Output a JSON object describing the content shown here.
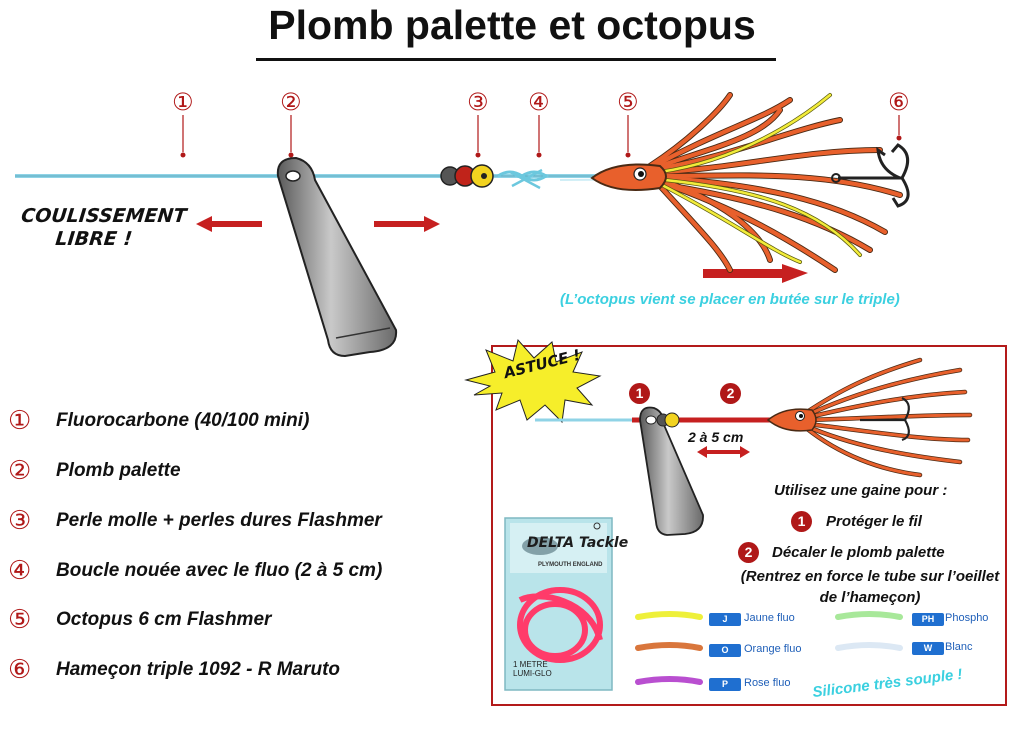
{
  "title": "Plomb palette et octopus",
  "main_diagram": {
    "callout_numbers": [
      "①",
      "②",
      "③",
      "④",
      "⑤",
      "⑥"
    ],
    "sliding_label": [
      "COULISSEMENT",
      "LIBRE !"
    ],
    "octopus_note": "(L’octopus vient se placer en butée sur le triple)"
  },
  "legend": [
    {
      "num": "①",
      "text": "Fluorocarbone (40/100 mini)"
    },
    {
      "num": "②",
      "text": "Plomb palette"
    },
    {
      "num": "③",
      "text": "Perle molle + perles dures Flashmer"
    },
    {
      "num": "④",
      "text": "Boucle nouée avec le fluo (2 à 5 cm)"
    },
    {
      "num": "⑤",
      "text": "Octopus 6 cm Flashmer"
    },
    {
      "num": "⑥",
      "text": "Hameçon triple 1092 - R Maruto"
    }
  ],
  "tip_box": {
    "burst": "ASTUCE !",
    "badges": [
      "1",
      "2"
    ],
    "distance": "2 à 5 cm",
    "intro": "Utilisez une gaine pour :",
    "tips": [
      {
        "badge": "1",
        "text": "Protéger le fil"
      },
      {
        "badge": "2",
        "text": "Décaler le plomb palette"
      }
    ],
    "tip2_detail": "(Rentrez en force le tube sur l’oeillet de l’hameçon)",
    "package": {
      "brand": "DELTA Tackle",
      "sub": "PLYMOUTH ENGLAND",
      "label_line1": "1 METRE",
      "label_line2": "LUMI-GLO"
    },
    "colors": [
      {
        "code": "J",
        "name": "Jaune fluo",
        "hex": "#eef03a"
      },
      {
        "code": "O",
        "name": "Orange fluo",
        "hex": "#d9763c"
      },
      {
        "code": "P",
        "name": "Rose fluo",
        "hex": "#b94fd0"
      },
      {
        "code": "PH",
        "name": "Phospho",
        "hex": "#a8e89a"
      },
      {
        "code": "W",
        "name": "Blanc",
        "hex": "#dce8f4"
      }
    ],
    "footer_note": "Silicone très souple !"
  }
}
